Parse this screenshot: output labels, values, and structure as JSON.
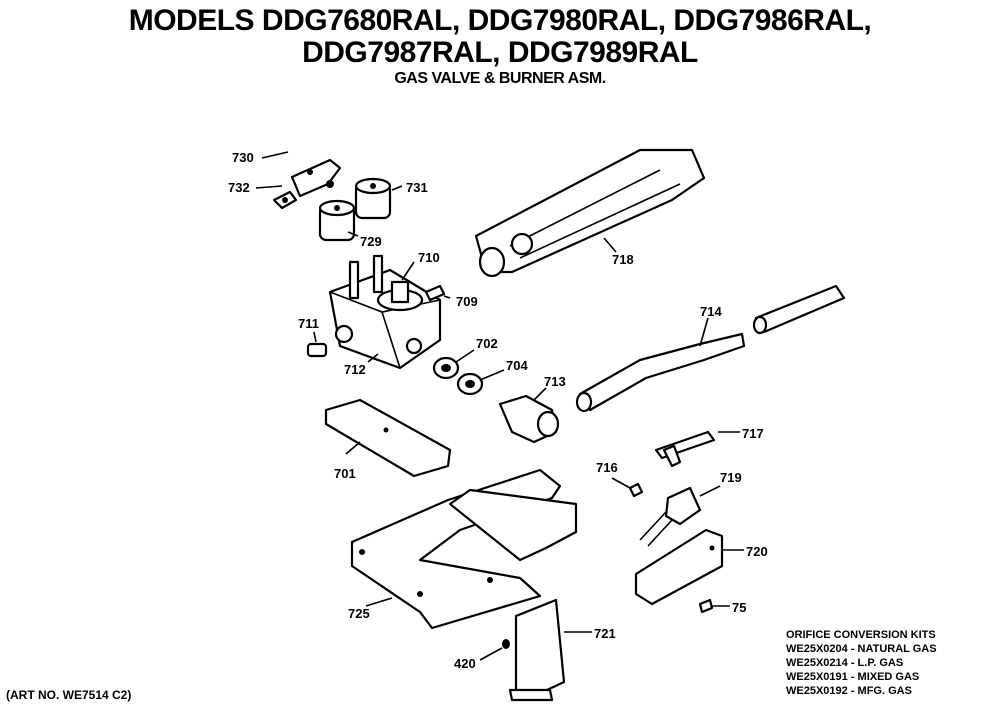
{
  "header": {
    "line1": "MODELS DDG7680RAL, DDG7980RAL, DDG7986RAL,",
    "line2": "DDG7987RAL, DDG7989RAL",
    "line3": "GAS VALVE & BURNER ASM."
  },
  "parts": {
    "p730": "730",
    "p732": "732",
    "p731": "731",
    "p729": "729",
    "p710": "710",
    "p709": "709",
    "p711": "711",
    "p712": "712",
    "p702": "702",
    "p704": "704",
    "p713": "713",
    "p701": "701",
    "p718": "718",
    "p714": "714",
    "p717": "717",
    "p716": "716",
    "p719": "719",
    "p720": "720",
    "p725": "725",
    "p75": "75",
    "p721": "721",
    "p420": "420"
  },
  "art_no": "(ART NO. WE7514 C2)",
  "orifice_kits": {
    "heading": "ORIFICE CONVERSION KITS",
    "rows": [
      "WE25X0204 - NATURAL GAS",
      "WE25X0214 - L.P. GAS",
      "WE25X0191 - MIXED GAS",
      "WE25X0192 - MFG. GAS"
    ]
  }
}
